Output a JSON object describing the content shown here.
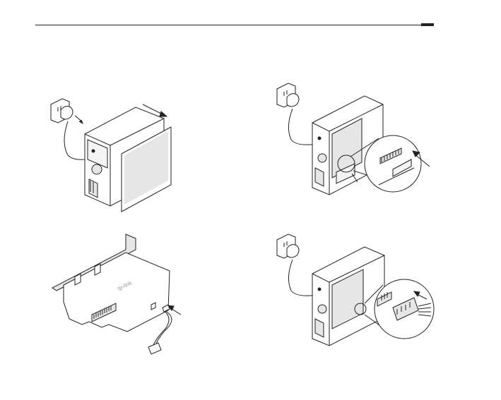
{
  "page": {
    "background": "#ffffff",
    "line_color": "#222222",
    "fill_gray": "#e6e6e6",
    "fill_light": "#f4f4f4"
  },
  "illustrations": [
    {
      "id": "step-1",
      "icon": "unplug-and-remove-case-cover-icon"
    },
    {
      "id": "step-2",
      "icon": "insert-card-into-pcie-slot-icon"
    },
    {
      "id": "step-3",
      "icon": "pcie-adapter-card-with-cable-icon"
    },
    {
      "id": "step-4",
      "icon": "connect-power-cable-to-motherboard-icon"
    }
  ],
  "card": {
    "logo_text": "tp-link"
  }
}
